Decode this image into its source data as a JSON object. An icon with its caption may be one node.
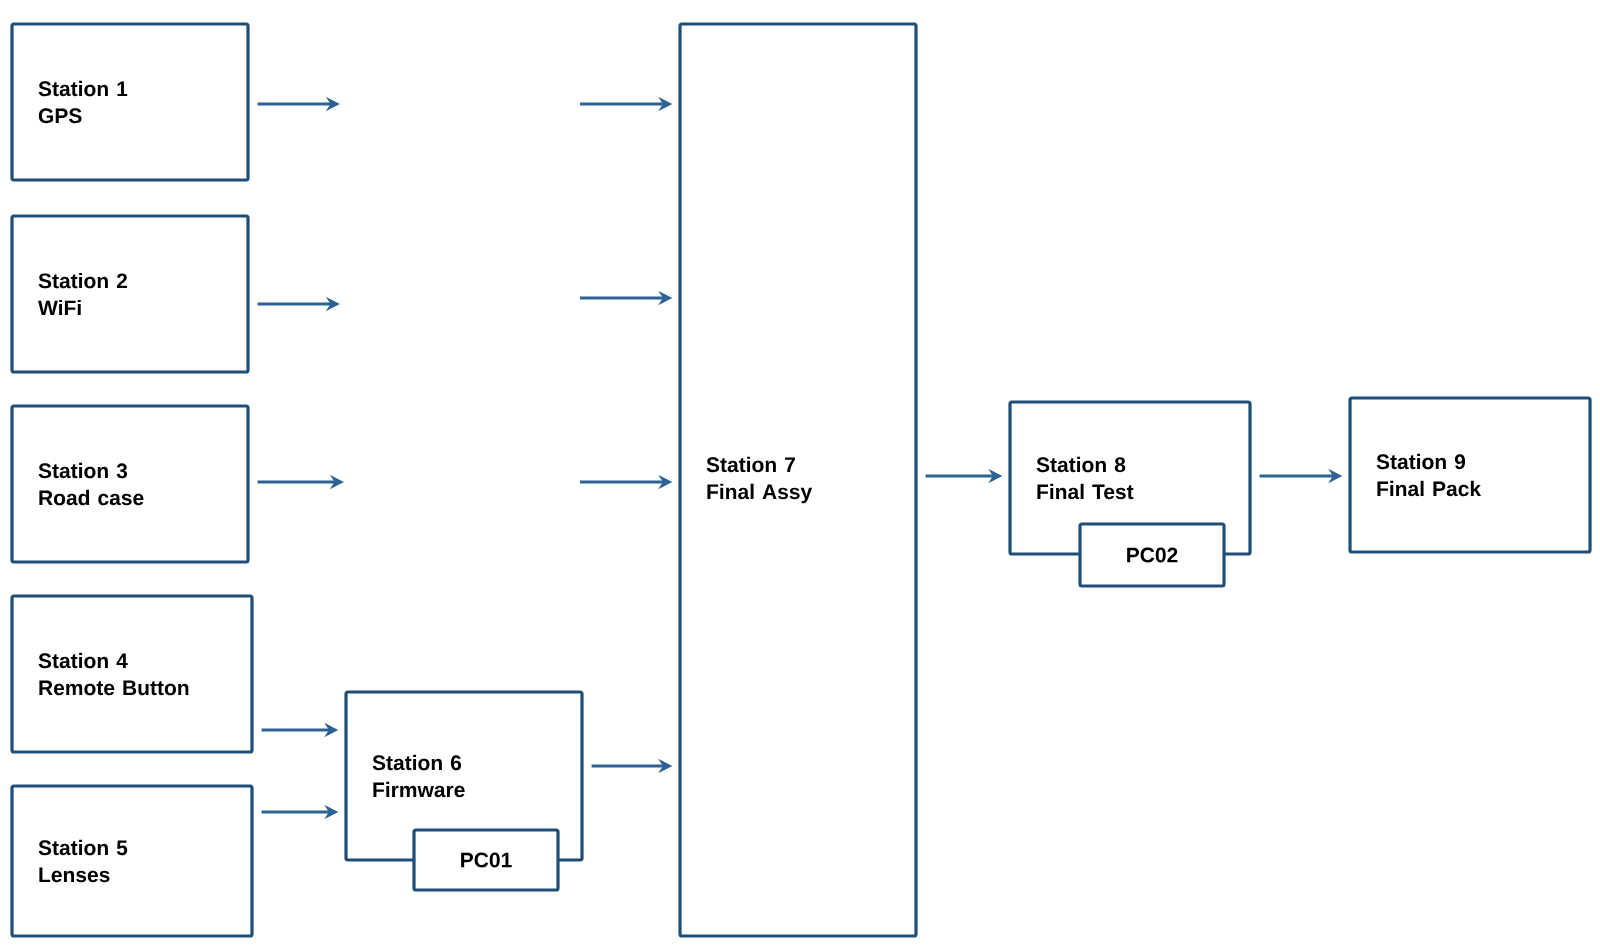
{
  "diagram": {
    "nodes": [
      {
        "text": [
          "Station 1",
          "GPS"
        ]
      },
      {
        "text": [
          "Station 2",
          "WiFi"
        ]
      },
      {
        "text": [
          "Station 3",
          "Road case"
        ]
      },
      {
        "text": [
          "Station 4",
          "Remote Button"
        ]
      },
      {
        "text": [
          "Station 5",
          "Lenses"
        ]
      },
      {
        "text": [
          "Station 6",
          "Firmware"
        ]
      },
      {
        "text": [
          "PC01"
        ]
      },
      {
        "text": [
          "Station 7",
          "Final Assy"
        ]
      },
      {
        "text": [
          "Station 8",
          "Final Test"
        ]
      },
      {
        "text": [
          "PC02"
        ]
      },
      {
        "text": [
          "Station 9",
          "Final Pack"
        ]
      }
    ],
    "edges": [
      {
        "from": 0,
        "to": null,
        "arrow": "to"
      },
      {
        "from": null,
        "to": 7,
        "arrow": "to"
      },
      {
        "from": 1,
        "to": null,
        "arrow": "to"
      },
      {
        "from": null,
        "to": 7,
        "arrow": "to"
      },
      {
        "from": 2,
        "to": null,
        "arrow": "to"
      },
      {
        "from": null,
        "to": 7,
        "arrow": "to"
      },
      {
        "from": 3,
        "to": 5,
        "arrow": "to"
      },
      {
        "from": 4,
        "to": 5,
        "arrow": "to"
      },
      {
        "from": 5,
        "to": 7,
        "arrow": "to"
      },
      {
        "from": 7,
        "to": 8,
        "arrow": "to"
      },
      {
        "from": 8,
        "to": 10,
        "arrow": "to"
      }
    ]
  }
}
